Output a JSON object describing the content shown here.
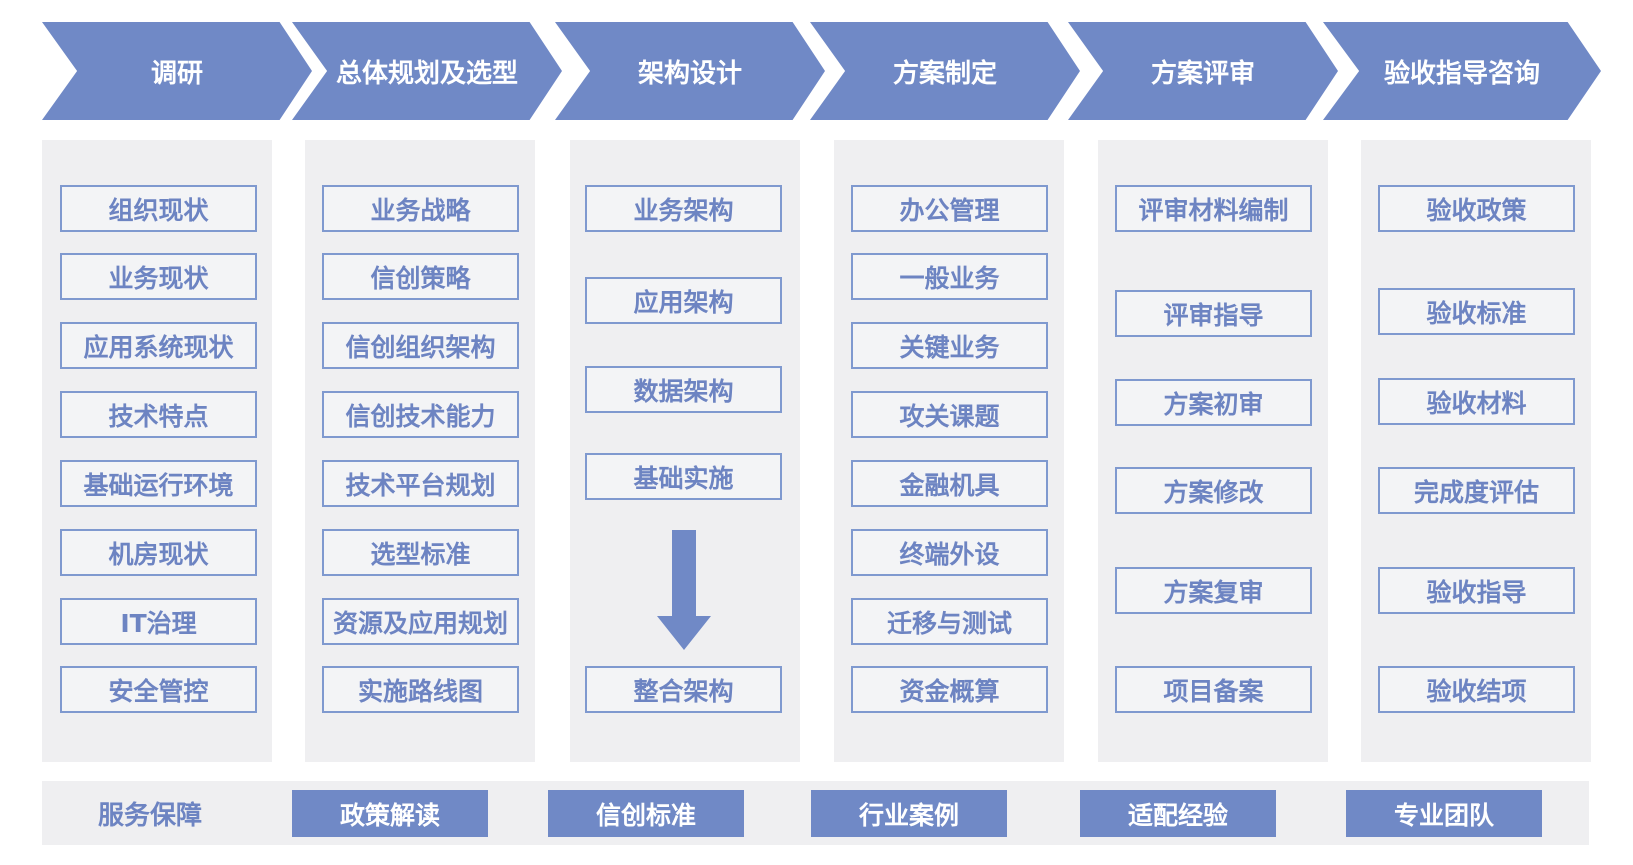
{
  "stages": [
    "调研",
    "总体规划及选型",
    "架构设计",
    "方案制定",
    "方案评审",
    "验收指导咨询"
  ],
  "columns": [
    {
      "items": [
        "组织现状",
        "业务现状",
        "应用系统现状",
        "技术特点",
        "基础运行环境",
        "机房现状",
        "IT治理",
        "安全管控"
      ]
    },
    {
      "items": [
        "业务战略",
        "信创策略",
        "信创组织架构",
        "信创技术能力",
        "技术平台规划",
        "选型标准",
        "资源及应用规划",
        "实施路线图"
      ]
    },
    {
      "items": [
        "业务架构",
        "应用架构",
        "数据架构",
        "基础实施",
        "整合架构"
      ]
    },
    {
      "items": [
        "办公管理",
        "一般业务",
        "关键业务",
        "攻关课题",
        "金融机具",
        "终端外设",
        "迁移与测试",
        "资金概算"
      ]
    },
    {
      "items": [
        "评审材料编制",
        "评审指导",
        "方案初审",
        "方案修改",
        "方案复审",
        "项目备案"
      ]
    },
    {
      "items": [
        "验收政策",
        "验收标准",
        "验收材料",
        "完成度评估",
        "验收指导",
        "验收结项"
      ]
    }
  ],
  "footer": {
    "label": "服务保障",
    "tags": [
      "政策解读",
      "信创标准",
      "行业案例",
      "适配经验",
      "专业团队"
    ]
  },
  "colors": {
    "accent": "#7089c6",
    "box_border": "#7f99cf",
    "text": "#6d84c2",
    "panel": "#efeff1"
  }
}
